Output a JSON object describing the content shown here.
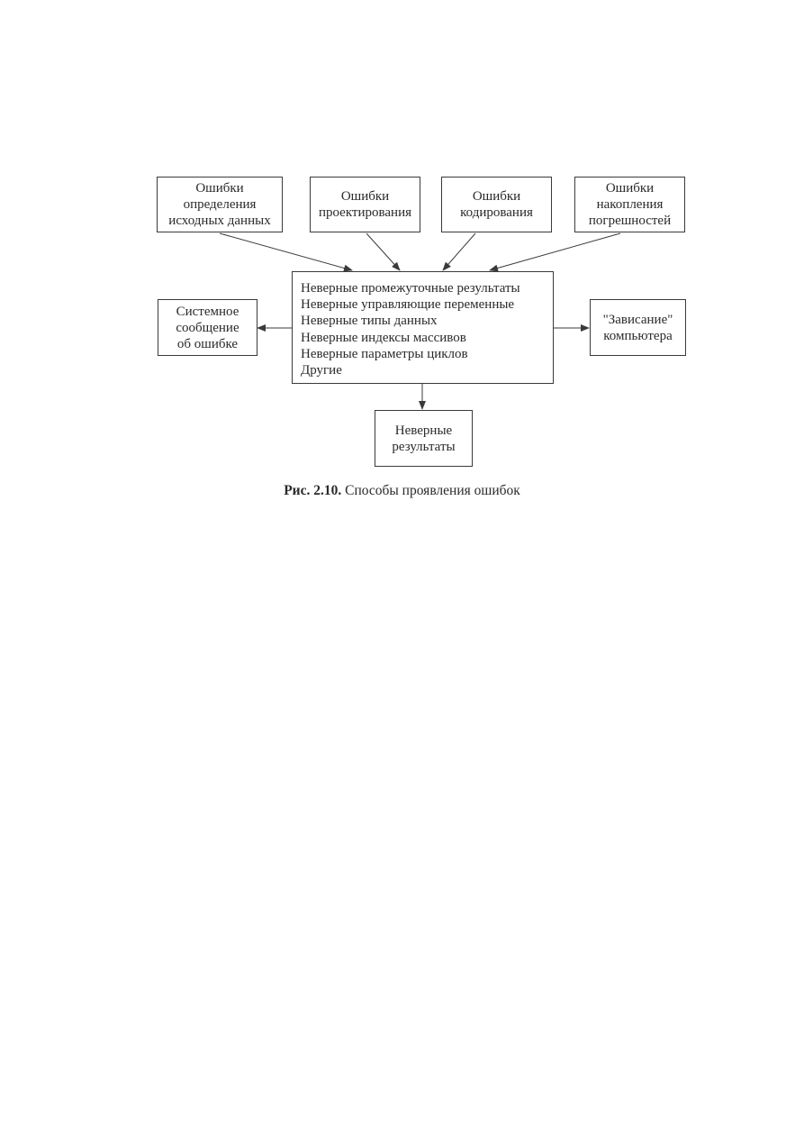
{
  "sources": [
    {
      "lines": [
        "Ошибки",
        "определения",
        "исходных данных"
      ]
    },
    {
      "lines": [
        "Ошибки",
        "проектирования"
      ]
    },
    {
      "lines": [
        "Ошибки",
        "кодирования"
      ]
    },
    {
      "lines": [
        "Ошибки",
        "накопления",
        "погрешностей"
      ]
    }
  ],
  "center": {
    "lines": [
      "Неверные промежуточные результаты",
      "Неверные управляющие переменные",
      "Неверные типы данных",
      "Неверные индексы массивов",
      "Неверные параметры циклов",
      "Другие"
    ]
  },
  "outputs": {
    "left": {
      "lines": [
        "Системное",
        "сообщение",
        "об ошибке"
      ]
    },
    "right": {
      "lines": [
        "\"Зависание\"",
        "компьютера"
      ]
    },
    "bottom": {
      "lines": [
        "Неверные",
        "результаты"
      ]
    }
  },
  "caption": {
    "number": "Рис. 2.10.",
    "text": " Способы проявления ошибок"
  }
}
